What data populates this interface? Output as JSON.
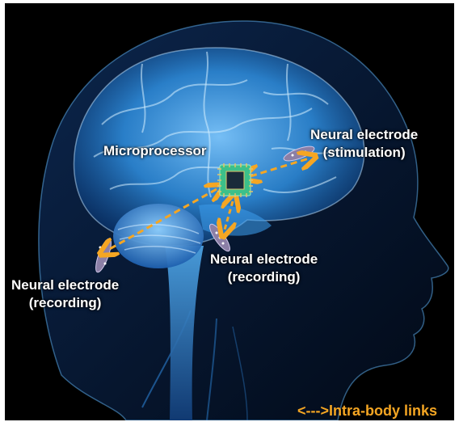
{
  "labels": {
    "microprocessor": "Microprocessor",
    "electrode_stim_line1": "Neural electrode",
    "electrode_stim_line2": "(stimulation)",
    "electrode_rec_center_line1": "Neural electrode",
    "electrode_rec_center_line2": "(recording)",
    "electrode_rec_left_line1": "Neural electrode",
    "electrode_rec_left_line2": "(recording)"
  },
  "legend": {
    "arrow_glyph": "<--->",
    "label": "Intra-body links"
  },
  "colors": {
    "background": "#000000",
    "brain_glow": "#2f8fe0",
    "link_arrow": "#f5a623",
    "chip": "#3cc08a",
    "label_text": "#ffffff"
  },
  "icons": [
    "microchip-icon",
    "electrode-icon"
  ]
}
